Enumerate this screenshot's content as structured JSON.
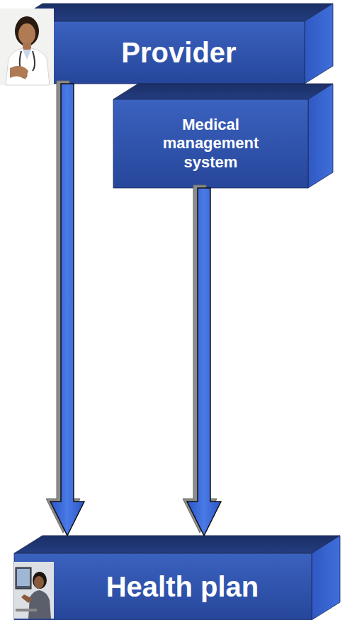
{
  "diagram": {
    "nodes": [
      {
        "text": [
          "Provider"
        ]
      },
      {
        "text": [
          "Medical management system"
        ]
      },
      {
        "text": [
          "Health plan"
        ]
      }
    ],
    "edges": [
      {
        "from": 0,
        "to": 2,
        "arrow": "to"
      },
      {
        "from": 1,
        "to": 2,
        "arrow": "to"
      }
    ]
  }
}
